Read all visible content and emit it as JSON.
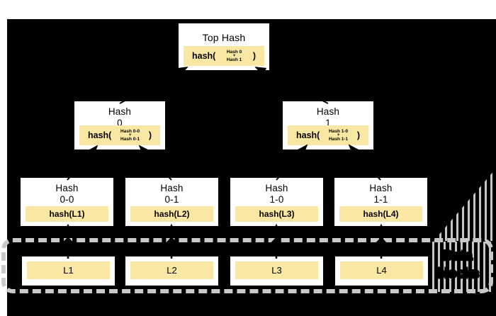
{
  "diagram": {
    "type": "merkle-hash-tree",
    "colors": {
      "canvas_bg": "#000000",
      "node_bg": "#ffffff",
      "hash_fill": "#fae7a3",
      "text": "#000000",
      "dash": "#c9c9c9"
    },
    "root": {
      "title": "Top Hash",
      "fn_open": "hash(",
      "arg1": "Hash 0",
      "operator": "+",
      "arg2": "Hash 1",
      "fn_close": ")"
    },
    "level2": [
      {
        "title_line1": "Hash",
        "title_line2": "0",
        "fn_open": "hash(",
        "arg1": "Hash 0-0",
        "operator": "+",
        "arg2": "Hash 0-1",
        "fn_close": ")"
      },
      {
        "title_line1": "Hash",
        "title_line2": "1",
        "fn_open": "hash(",
        "arg1": "Hash 1-0",
        "operator": "+",
        "arg2": "Hash 1-1",
        "fn_close": ")"
      }
    ],
    "level3": [
      {
        "title_line1": "Hash",
        "title_line2": "0-0",
        "hash_label": "hash(L1)"
      },
      {
        "title_line1": "Hash",
        "title_line2": "0-1",
        "hash_label": "hash(L2)"
      },
      {
        "title_line1": "Hash",
        "title_line2": "1-0",
        "hash_label": "hash(L3)"
      },
      {
        "title_line1": "Hash",
        "title_line2": "1-1",
        "hash_label": "hash(L4)"
      }
    ],
    "data_blocks": {
      "label_line1": "Data",
      "label_line2": "blocks",
      "leaves": [
        "L1",
        "L2",
        "L3",
        "L4"
      ]
    }
  }
}
